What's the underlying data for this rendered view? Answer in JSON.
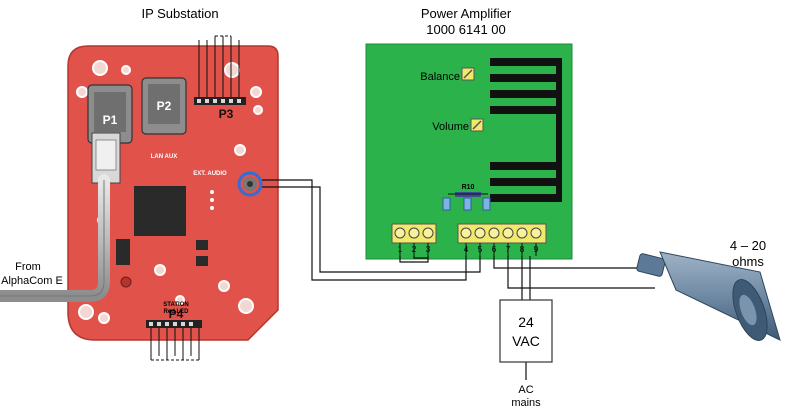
{
  "substation": {
    "title": "IP Substation",
    "p1": "P1",
    "p2": "P2",
    "p3": "P3",
    "p4": "P4",
    "lan_aux": "LAN AUX",
    "ext_audio": "EXT. AUDIO",
    "station_led": "STATION",
    "led_label": "Red LED"
  },
  "amplifier": {
    "title": "Power Amplifier",
    "part_number": "1000 6141 00",
    "balance": "Balance",
    "volume": "Volume",
    "r10": "R10",
    "terminals_left": [
      "1",
      "2",
      "3"
    ],
    "terminals_right": [
      "4",
      "5",
      "6",
      "7",
      "8",
      "9"
    ]
  },
  "source": {
    "line1": "From",
    "line2": "AlphaCom E"
  },
  "power": {
    "line1": "24",
    "line2": "VAC"
  },
  "mains": {
    "line1": "AC",
    "line2": "mains"
  },
  "speaker": {
    "line1": "4 – 20",
    "line2": "ohms"
  },
  "colors": {
    "board_red": "#e0524a",
    "pcb_green": "#2bb24a",
    "trace_black": "#111111",
    "terminal_yellow": "#f2e86a",
    "cable_grey": "#bdbdbd",
    "speaker_blue": "#5c7a97"
  }
}
